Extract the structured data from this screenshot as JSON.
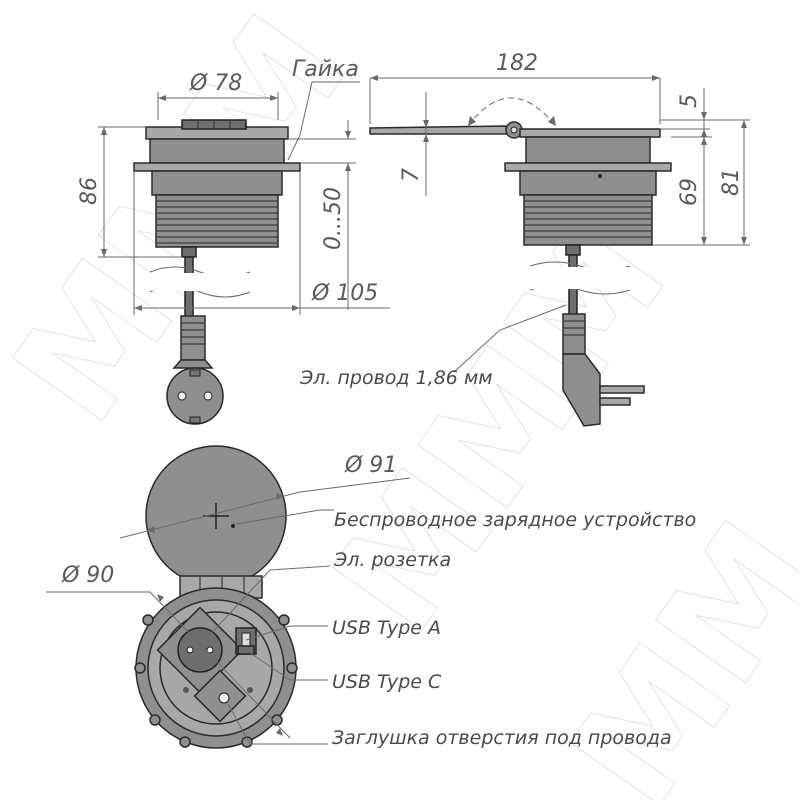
{
  "dimensions": {
    "diameter_78": "Ø 78",
    "nut": "Гайка",
    "height_86": "86",
    "range_0_50": "0...50",
    "diameter_105": "Ø 105",
    "width_182": "182",
    "thickness_5": "5",
    "thickness_7": "7",
    "height_69": "69",
    "height_81": "81",
    "diameter_91": "Ø 91",
    "diameter_90": "Ø 90"
  },
  "callouts": {
    "cable": "Эл. провод 1,86 мм",
    "wireless_charger": "Беспроводное зарядное устройство",
    "socket": "Эл. розетка",
    "usb_a": "USB Type A",
    "usb_c": "USB Type C",
    "cable_plug": "Заглушка отверстия под провода"
  },
  "colors": {
    "body": "#8f8f8f",
    "lines": "#6a6a6a",
    "text": "#5a5a5a"
  }
}
